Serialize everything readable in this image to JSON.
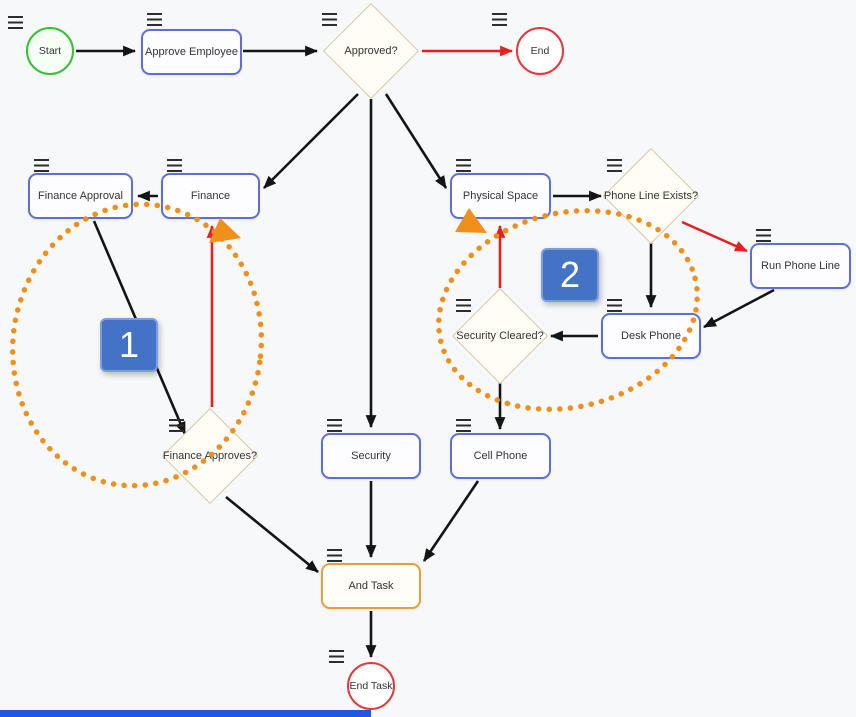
{
  "nodes": [
    {
      "id": "start",
      "label": "Start",
      "shape": "circle",
      "role": "start"
    },
    {
      "id": "approve-employee",
      "label": "Approve Employee",
      "shape": "task"
    },
    {
      "id": "approved",
      "label": "Approved?",
      "shape": "decision"
    },
    {
      "id": "end",
      "label": "End",
      "shape": "circle",
      "role": "end"
    },
    {
      "id": "finance-approval",
      "label": "Finance Approval",
      "shape": "task"
    },
    {
      "id": "finance",
      "label": "Finance",
      "shape": "task"
    },
    {
      "id": "physical-space",
      "label": "Physical Space",
      "shape": "task"
    },
    {
      "id": "phone-line-exists",
      "label": "Phone Line Exists?",
      "shape": "decision"
    },
    {
      "id": "run-phone-line",
      "label": "Run Phone Line",
      "shape": "task"
    },
    {
      "id": "desk-phone",
      "label": "Desk Phone",
      "shape": "task"
    },
    {
      "id": "security-cleared",
      "label": "Security Cleared?",
      "shape": "decision"
    },
    {
      "id": "finance-approves",
      "label": "Finance Approves?",
      "shape": "decision"
    },
    {
      "id": "security",
      "label": "Security",
      "shape": "task"
    },
    {
      "id": "cell-phone",
      "label": "Cell Phone",
      "shape": "task"
    },
    {
      "id": "and-task",
      "label": "And Task",
      "shape": "task-and"
    },
    {
      "id": "end-task",
      "label": "End Task",
      "shape": "circle",
      "role": "end"
    }
  ],
  "edges": [
    {
      "from": "start",
      "to": "approve-employee",
      "color": "black"
    },
    {
      "from": "approve-employee",
      "to": "approved",
      "color": "black"
    },
    {
      "from": "approved",
      "to": "end",
      "color": "red"
    },
    {
      "from": "approved",
      "to": "finance",
      "color": "black"
    },
    {
      "from": "approved",
      "to": "physical-space",
      "color": "black"
    },
    {
      "from": "approved",
      "to": "security",
      "color": "black"
    },
    {
      "from": "finance",
      "to": "finance-approval",
      "color": "black"
    },
    {
      "from": "finance-approval",
      "to": "finance-approves",
      "color": "black"
    },
    {
      "from": "finance-approves",
      "to": "finance",
      "color": "red"
    },
    {
      "from": "finance-approves",
      "to": "and-task",
      "color": "black"
    },
    {
      "from": "security",
      "to": "and-task",
      "color": "black"
    },
    {
      "from": "physical-space",
      "to": "phone-line-exists",
      "color": "black"
    },
    {
      "from": "phone-line-exists",
      "to": "run-phone-line",
      "color": "red"
    },
    {
      "from": "phone-line-exists",
      "to": "desk-phone",
      "color": "black"
    },
    {
      "from": "run-phone-line",
      "to": "desk-phone",
      "color": "black"
    },
    {
      "from": "desk-phone",
      "to": "security-cleared",
      "color": "black"
    },
    {
      "from": "security-cleared",
      "to": "physical-space",
      "color": "red"
    },
    {
      "from": "security-cleared",
      "to": "cell-phone",
      "color": "black"
    },
    {
      "from": "cell-phone",
      "to": "and-task",
      "color": "black"
    },
    {
      "from": "and-task",
      "to": "end-task",
      "color": "black"
    }
  ],
  "annotations": {
    "step1": "1",
    "step2": "2"
  },
  "colors": {
    "task_border": "#5f6fd1",
    "decision_border": "#d8c8a8",
    "start_border": "#35c035",
    "end_border": "#e23a3a",
    "and_task_border": "#e2a23b",
    "edge_black": "#151515",
    "edge_red": "#e62020",
    "annotation_orange": "#ef8f1c",
    "badge_blue": "#4472c4",
    "bottom_bar_blue": "#2257e6"
  }
}
